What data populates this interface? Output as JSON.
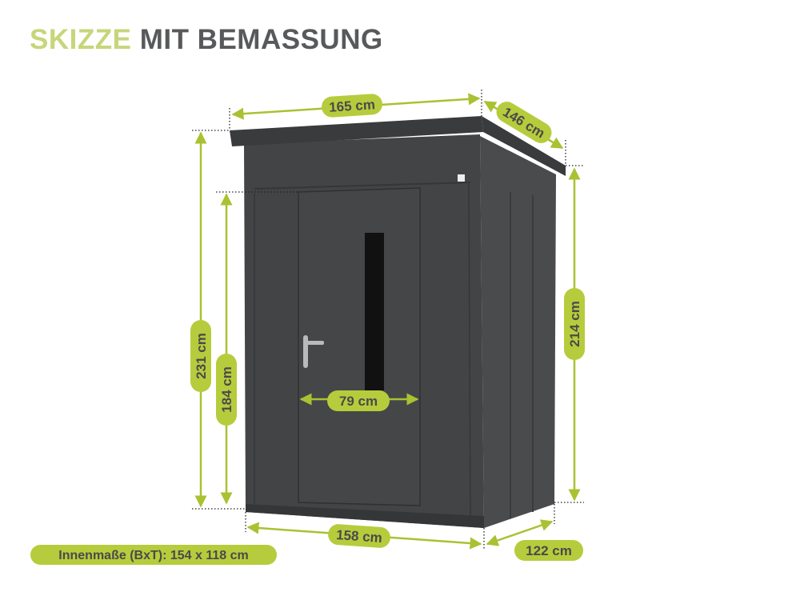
{
  "title": {
    "part1": "SKIZZE",
    "part2": "MIT BEMASSUNG"
  },
  "dimensions": {
    "width_top": "165 cm",
    "depth_top": "146 cm",
    "height_total": "231 cm",
    "door_height": "184 cm",
    "height_back": "214 cm",
    "door_width": "79 cm",
    "width_bottom": "158 cm",
    "depth_bottom": "122 cm"
  },
  "inner_dimensions": "Innenmaße (BxT): 154 x 118 cm",
  "colors": {
    "accent": "#b6cc3c",
    "title_accent": "#c6d67a",
    "title_dark": "#58595b",
    "shed": "#3f4042"
  }
}
